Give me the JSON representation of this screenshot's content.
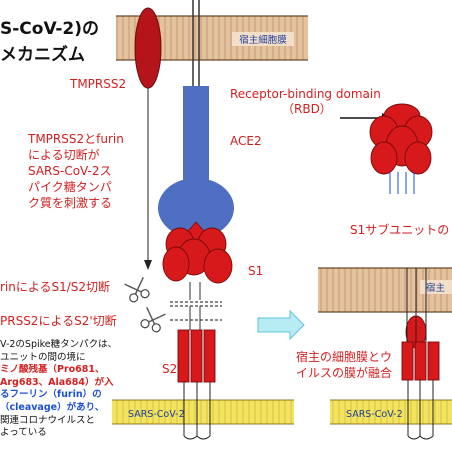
{
  "title": {
    "line1": "S-CoV-2)の",
    "line2": "メカニズム"
  },
  "membranes": {
    "host_top_label": "宿主細胞膜",
    "host_right_label": "宿主",
    "virus_left_label": "SARS-CoV-2",
    "virus_right_label": "SARS-CoV-2"
  },
  "labels": {
    "tmprss2": "TMPRSS2",
    "ace2": "ACE2",
    "rbd_line1": "Receptor-binding domain",
    "rbd_line2": "（RBD）",
    "s1": "S1",
    "s2": "S2",
    "s1_subunit": "S1サブユニットの",
    "cleavage_stimulus": [
      "TMPRSS2とfurin",
      "による切断が",
      "SARS-CoV-2ス",
      "パイク糖タンパ",
      "ク質を刺激する"
    ],
    "furin_cleavage": "rinによるS1/S2切断",
    "tmprss2_cleavage": "PRSS2によるS2'切断",
    "fusion": [
      "宿主の細胞膜とウ",
      "イルスの膜が融合"
    ]
  },
  "note": [
    {
      "text": "V-2のSpike糖タンパクは、",
      "style": "plain"
    },
    {
      "text": "ユニットの間の境に",
      "style": "plain"
    },
    {
      "text": "ミノ酸残基（Pro681、",
      "style": "red"
    },
    {
      "text": "Arg683、Ala684）が入",
      "style": "red"
    },
    {
      "text": "るフーリン（furin）の",
      "style": "blue"
    },
    {
      "text": "（cleavage）があり、",
      "style": "blue"
    },
    {
      "text": "関連コロナウイルスと",
      "style": "plain"
    },
    {
      "text": "よっている",
      "style": "plain"
    }
  ],
  "colors": {
    "membrane_fill": "#e4c29e",
    "membrane_line": "#6b4a2f",
    "virus_membrane_fill": "#f4e35f",
    "virus_membrane_line": "#8a7a1f",
    "spike_red": "#d7191c",
    "spike_outline": "#7a0a0a",
    "ace2_blue": "#4f70c2",
    "label_red": "#d41f1f",
    "label_blue": "#1d4fd8",
    "arrow_cyan": "#8fd8e8"
  },
  "icons": [
    "scissors-icon",
    "fusion-arrow-icon"
  ]
}
